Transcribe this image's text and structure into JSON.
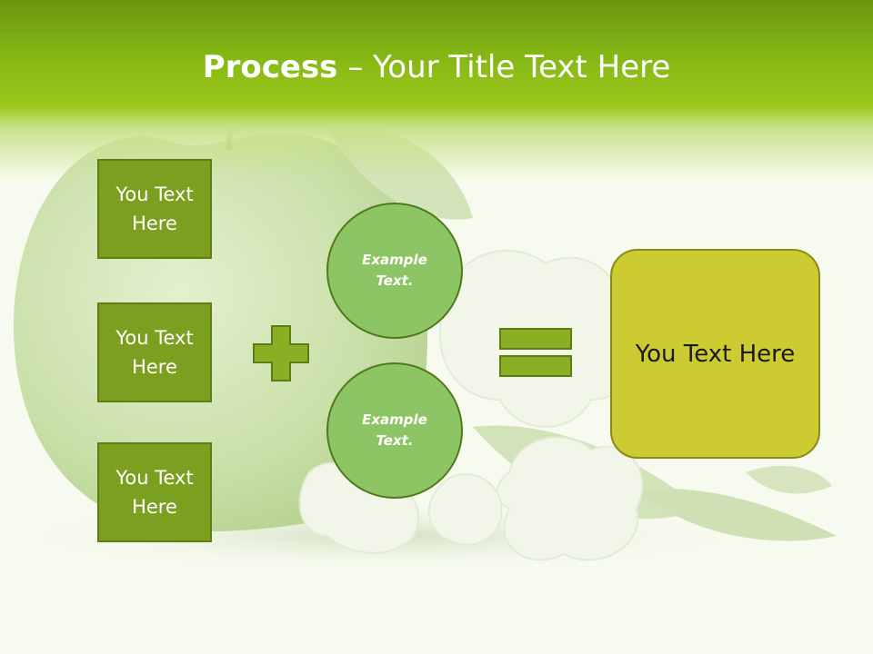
{
  "title": {
    "bold": "Process",
    "rest": " – Your Title Text Here"
  },
  "boxes": [
    {
      "label": "You Text Here"
    },
    {
      "label": "You Text Here"
    },
    {
      "label": "You Text Here"
    }
  ],
  "circles": [
    {
      "label": "Example Text."
    },
    {
      "label": "Example Text."
    }
  ],
  "result": {
    "label": "You Text Here"
  },
  "colors": {
    "header": "#84b614",
    "box_fill": "#7b9f1e",
    "circle_fill": "#8dc565",
    "result_fill": "#cccb32",
    "symbol_fill": "#8aae24"
  }
}
